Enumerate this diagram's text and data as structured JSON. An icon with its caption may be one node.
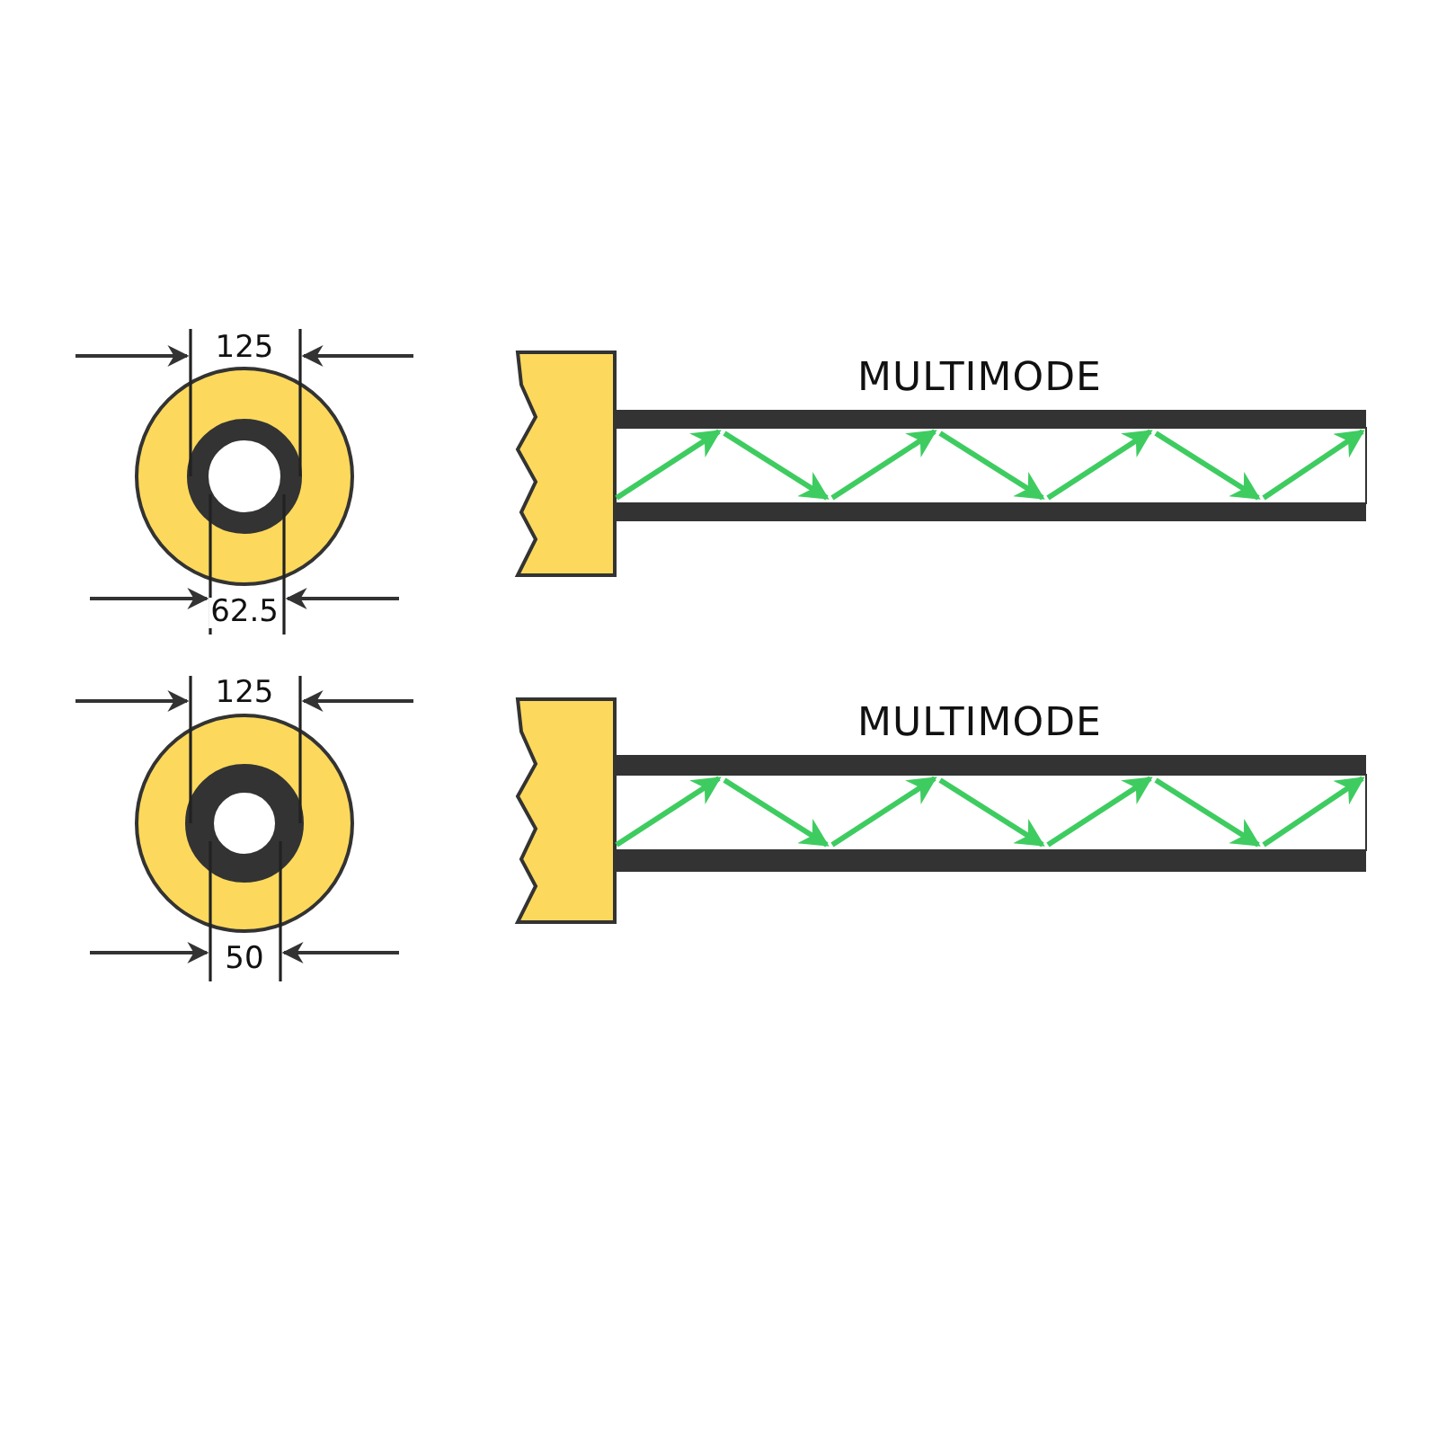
{
  "diagram": {
    "labels": [
      "125",
      "62.5",
      "MULTIMODE",
      "125",
      "50",
      "MULTIMODE"
    ]
  }
}
